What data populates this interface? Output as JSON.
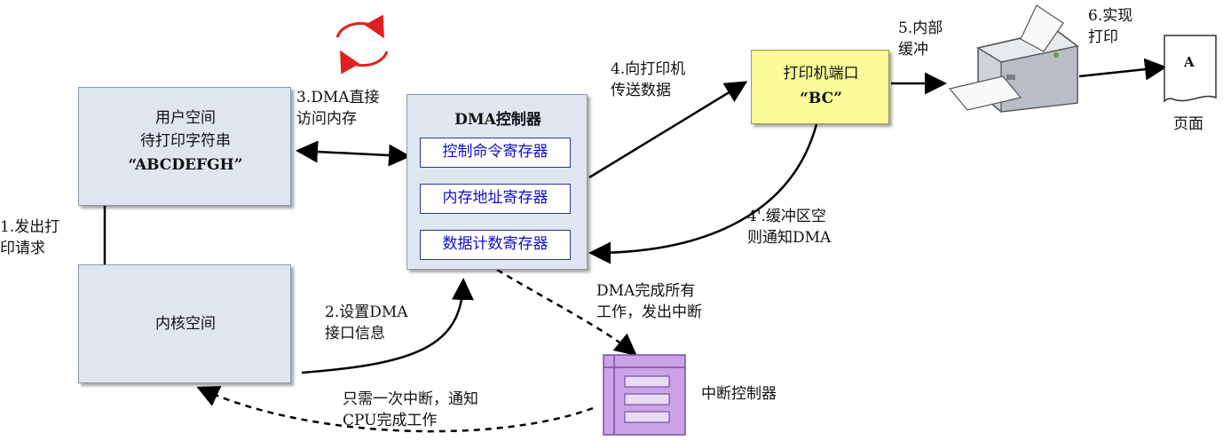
{
  "user_space": {
    "line1": "用户空间",
    "line2": "待打印字符串",
    "line3": "“ABCDEFGH”"
  },
  "kernel_space": {
    "label": "内核空间"
  },
  "dma_controller": {
    "title": "DMA控制器",
    "registers": [
      "控制命令寄存器",
      "内存地址寄存器",
      "数据计数寄存器"
    ]
  },
  "printer_port": {
    "line1": "打印机端口",
    "line2": "“BC”"
  },
  "interrupt_controller": {
    "label": "中断控制器"
  },
  "page": {
    "letter": "A",
    "label": "页面"
  },
  "steps": {
    "s1": [
      "1.发出打",
      "印请求"
    ],
    "s2": [
      "2.设置DMA",
      "接口信息"
    ],
    "s3": [
      "3.DMA直接",
      "访问内存"
    ],
    "s4": [
      "4.向打印机",
      "传送数据"
    ],
    "s4b": [
      "4'.缓冲区空",
      "则通知DMA"
    ],
    "s5": [
      "5.内部",
      "缓冲"
    ],
    "s6": [
      "6.实现",
      "打印"
    ],
    "dma_done": [
      "DMA完成所有",
      "工作，发出中断"
    ],
    "one_interrupt": [
      "只需一次中断，通知",
      "CPU完成工作"
    ]
  },
  "colors": {
    "box_fill": "#dfe6f0",
    "port_fill": "#fbfb9a",
    "register_text": "#1010c8",
    "interrupt_fill": "#c9a3e6",
    "cycle_icon": "#e02020"
  },
  "icons": [
    "refresh-cycle-icon",
    "printer-icon",
    "document-page-icon",
    "interrupt-controller-icon"
  ]
}
